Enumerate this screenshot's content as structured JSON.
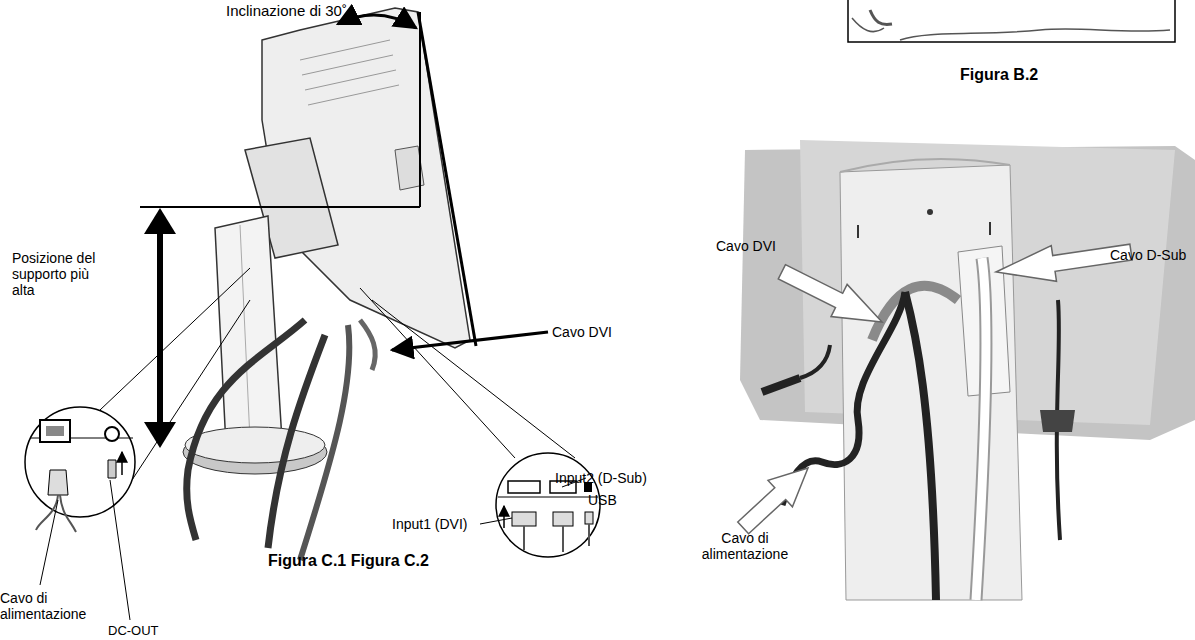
{
  "diagram": {
    "labels": [
      "Inclinazione di 30˚",
      "Figura B.2",
      "Posizione del supporto più alta",
      "Cavo DVI",
      "Input2 (D-Sub)",
      "USB",
      "Input1 (DVI)",
      "Figura C.1 Figura C.2",
      "Cavo di alimentazione",
      "DC-OUT",
      "Cavo DVI",
      "Cavo D-Sub",
      "Cavo di alimentazione"
    ]
  }
}
